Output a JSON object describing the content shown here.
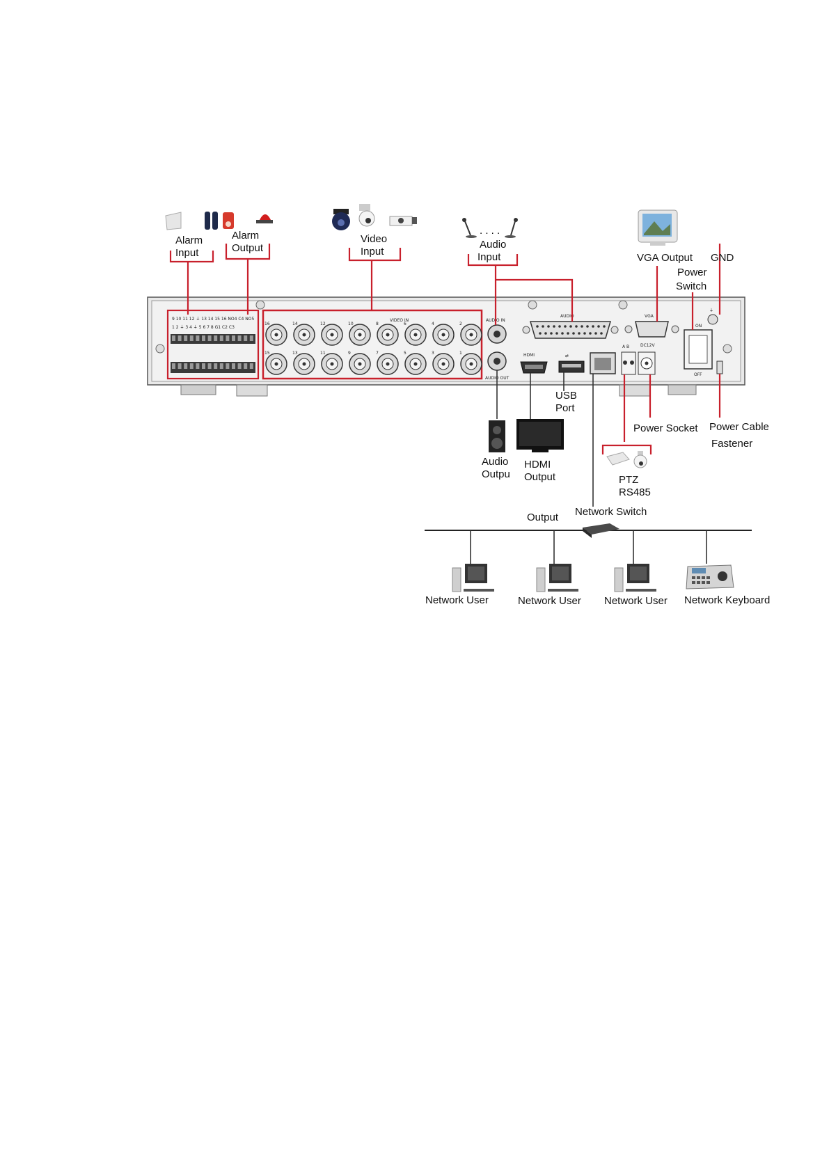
{
  "labels": {
    "alarm_input": [
      "Alarm",
      "Input"
    ],
    "alarm_output": [
      "Alarm",
      "Output"
    ],
    "video_input": [
      "Video",
      "Input"
    ],
    "audio_input": [
      "Audio",
      "Input"
    ],
    "vga_output": "VGA Output",
    "gnd": "GND",
    "power_switch": [
      "Power",
      "Switch"
    ],
    "usb_port": [
      "USB",
      "Port"
    ],
    "power_socket": "Power Socket",
    "power_cable_fastener": [
      "Power Cable",
      "Fastener"
    ],
    "audio_output": [
      "Audio",
      "Outpu"
    ],
    "hdmi_output": [
      "HDMI",
      "Output"
    ],
    "ptz_rs485": [
      "PTZ",
      "RS485"
    ],
    "output": "Output",
    "network_switch": "Network Switch",
    "network_users": [
      "Network User",
      "Network User",
      "Network User"
    ],
    "network_keyboard": "Network Keyboard"
  },
  "panel_text": {
    "video_in": "VIDEO IN",
    "audio": "AUDIO",
    "vga": "VGA",
    "audio_in": "AUDIO IN",
    "audio_out": "AUDIO OUT",
    "hdmi": "HDMI",
    "on": "ON",
    "off": "OFF",
    "dc": "DC12V",
    "ab": "A B",
    "video_top_numbers": [
      "16",
      "14",
      "12",
      "10",
      "8",
      "6",
      "4",
      "2"
    ],
    "video_bottom_numbers": [
      "15",
      "13",
      "11",
      "9",
      "7",
      "5",
      "3",
      "1"
    ],
    "terminal_top": "9 10 11 12 ⏚ 13 14 15 16 NO4 C4 NO5",
    "terminal_bottom": "1 2 ⏚ 3 4 ⏚ 5 6 7 8 G1 C2 C3"
  },
  "colors": {
    "callout": "#c8202c",
    "panel": "#e6e6e6",
    "connector_line": "#333333"
  }
}
